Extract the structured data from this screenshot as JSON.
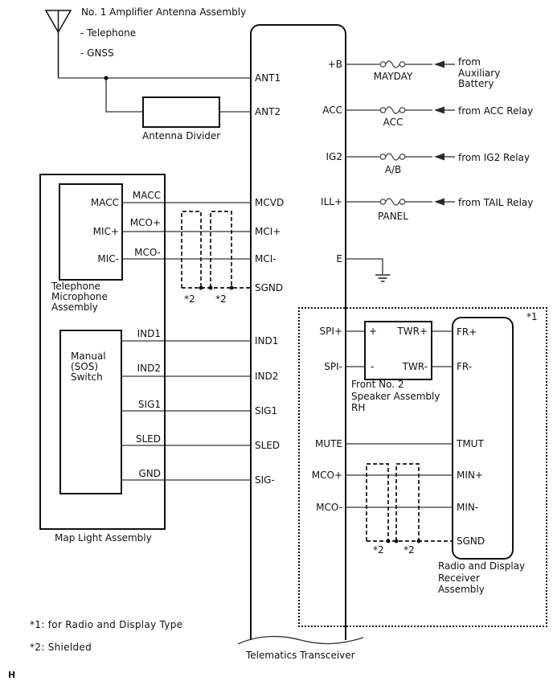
{
  "antenna": {
    "title": "No. 1 Amplifier Antenna Assembly",
    "line1": "- Telephone",
    "line2": "- GNSS"
  },
  "divider": {
    "label": "Antenna Divider"
  },
  "transceiver": {
    "label": "Telematics Transceiver",
    "left_pins": [
      "ANT1",
      "ANT2",
      "MCVD",
      "MCI+",
      "MCI-",
      "SGND",
      "IND1",
      "IND2",
      "SIG1",
      "SLED",
      "SIG-"
    ],
    "right_pins": [
      "+B",
      "ACC",
      "IG2",
      "ILL+",
      "E",
      "SPI+",
      "SPI-",
      "MUTE",
      "MCO+",
      "MCO-"
    ]
  },
  "power_feeds": [
    {
      "fuse": "MAYDAY",
      "source_lines": [
        "from",
        "Auxiliary",
        "Battery"
      ]
    },
    {
      "fuse": "ACC",
      "source_lines": [
        "from ACC Relay"
      ]
    },
    {
      "fuse": "A/B",
      "source_lines": [
        "from IG2 Relay"
      ]
    },
    {
      "fuse": "PANEL",
      "source_lines": [
        "from TAIL Relay"
      ]
    }
  ],
  "microphone": {
    "label_lines": [
      "Telephone",
      "Microphone",
      "Assembly"
    ],
    "pins": [
      "MACC",
      "MIC+",
      "MIC-"
    ],
    "wire_labels": [
      "MACC",
      "MCO+",
      "MCO-"
    ]
  },
  "sos_switch": {
    "label_lines": [
      "Manual",
      "(SOS)",
      "Switch"
    ],
    "wire_labels": [
      "IND1",
      "IND2",
      "SIG1",
      "SLED",
      "GND"
    ]
  },
  "map_light": {
    "label": "Map Light Assembly"
  },
  "speaker": {
    "pins_left": [
      "+",
      "-"
    ],
    "pins_right": [
      "TWR+",
      "TWR-"
    ],
    "label_lines": [
      "Front No. 2",
      "Speaker Assembly",
      "RH"
    ]
  },
  "receiver": {
    "pins": [
      "FR+",
      "FR-",
      "TMUT",
      "MIN+",
      "MIN-",
      "SGND"
    ],
    "label_lines": [
      "Radio and Display",
      "Receiver",
      "Assembly"
    ]
  },
  "markers": {
    "note1_ref": "*1",
    "shield_ref": "*2"
  },
  "legend": {
    "note1": "*1: for Radio and Display Type",
    "note2": "*2: Shielded"
  },
  "page_mark": "H",
  "colors": {
    "background": "#ffffff",
    "line": "#111111",
    "wire": "#55565a"
  }
}
